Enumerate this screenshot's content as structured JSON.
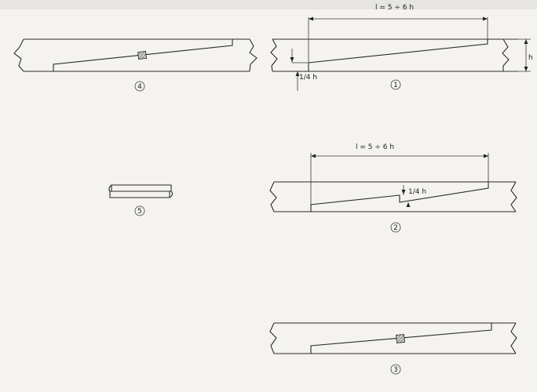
{
  "figures": [
    {
      "id": "1",
      "marker": "1",
      "dimension_label": "l = 5 ÷ 6 h",
      "height_label": "h",
      "step_label": "1/4 h"
    },
    {
      "id": "2",
      "marker": "2",
      "dimension_label": "l = 5 ÷ 6 h",
      "step_label": "1/4 h"
    },
    {
      "id": "3",
      "marker": "3"
    },
    {
      "id": "4",
      "marker": "4"
    },
    {
      "id": "5",
      "marker": "5"
    }
  ]
}
